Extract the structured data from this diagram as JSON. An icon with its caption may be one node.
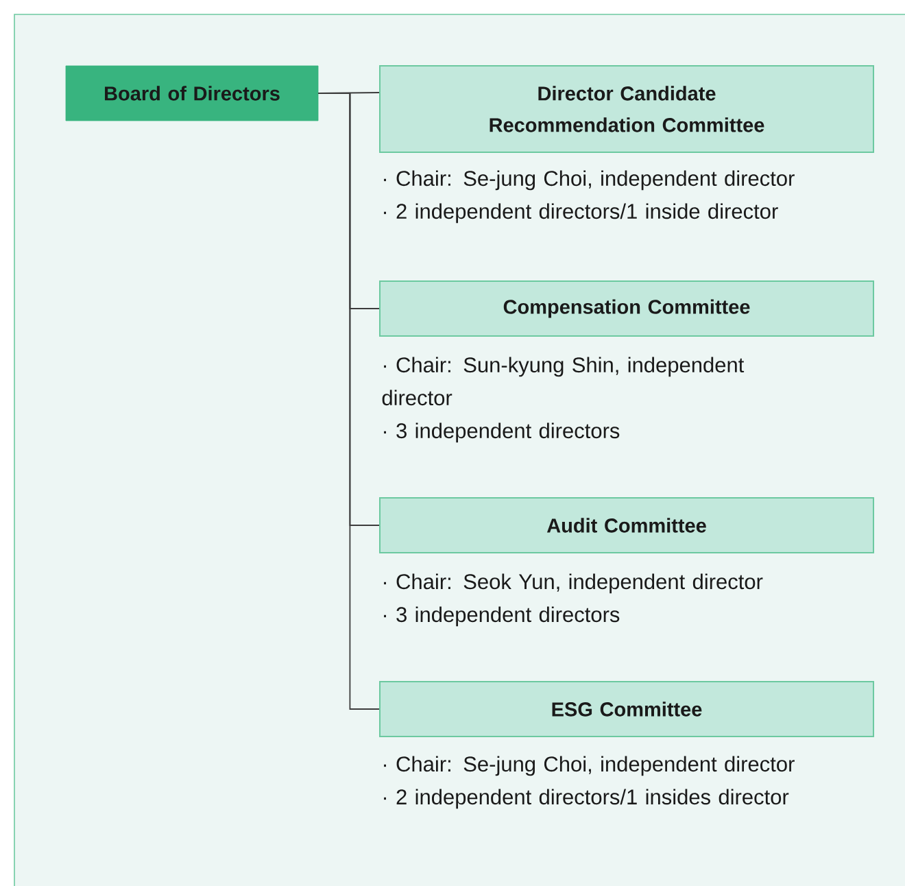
{
  "diagram": {
    "nodes": [
      {
        "text": [
          "Board of Directors"
        ]
      },
      {
        "text": [
          "Director Candidate Recommendation Committee"
        ],
        "beside": [
          "· Chair: Se-jung Choi, independent director",
          "· 2 independent directors/1 inside director"
        ]
      },
      {
        "text": [
          "Compensation Committee"
        ],
        "beside": [
          "· Chair: Sun-kyung Shin, independent director",
          "· 3 independent directors"
        ]
      },
      {
        "text": [
          "Audit Committee"
        ],
        "beside": [
          "· Chair: Seok Yun, independent director",
          "· 3 independent directors"
        ]
      },
      {
        "text": [
          "ESG Committee"
        ],
        "beside": [
          "· Chair: Se-jung Choi, independent director",
          "· 2 independent directors/1 insides director"
        ]
      }
    ],
    "edges": [
      {
        "from": 0,
        "to": 1,
        "arrow": "none"
      },
      {
        "from": 0,
        "to": 2,
        "arrow": "none"
      },
      {
        "from": 0,
        "to": 3,
        "arrow": "none"
      },
      {
        "from": 0,
        "to": 4,
        "arrow": "none"
      }
    ]
  }
}
